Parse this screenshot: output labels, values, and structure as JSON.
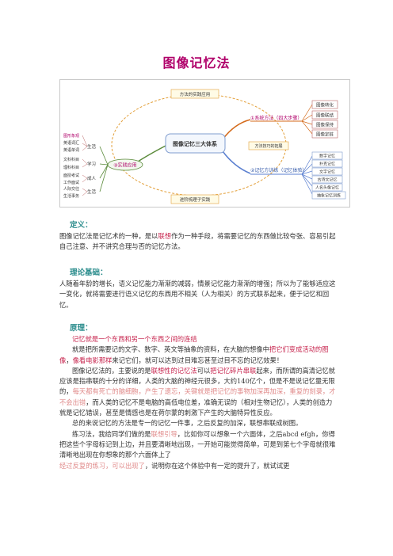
{
  "doc": {
    "title": "图像记忆法"
  },
  "mindmap": {
    "center": "图像记忆三大体系",
    "top_link": "方法的实践应用",
    "bottom_link": "进阶梳理子实践",
    "mid_link": "方法技巧的拓展",
    "branch1": {
      "label": "①系统方法（四大步骤）",
      "items": [
        "图像转化",
        "图像联结",
        "图像保持",
        "图像定桩"
      ]
    },
    "branch2": {
      "label": "②记忆方训练（记忆体验）",
      "items": [
        "数字记忆",
        "扑克记忆",
        "文字记忆",
        "古诗文记忆",
        "人名头像记忆",
        "抽象记忆训练"
      ]
    },
    "branch3": {
      "label": "③实践应用",
      "groups": [
        {
          "label": "生活",
          "items": [
            "图形象观",
            "英语词汇",
            "英语单词"
          ]
        },
        {
          "label": "学习",
          "items": [
            "文科科目",
            "理科科目"
          ]
        },
        {
          "label": "成人",
          "items": [
            "面授考试",
            "工作面试"
          ]
        },
        {
          "label": "生活",
          "items": [
            "人际交往",
            "生活事务"
          ]
        }
      ]
    },
    "colors": {
      "center_fill": "#f3f7fd",
      "branch1": "#d46a1a",
      "branch2": "#5a7fd0",
      "branch3": "#5a8a3a",
      "dashed": "#e3a03a"
    }
  },
  "sections": {
    "def_head": "定义：",
    "def_text_1": "图像记忆法是记忆术的一种，是以",
    "def_text_red": "联想",
    "def_text_2": "作为一种手段，将需要记忆的东西做比较夸张、容易引起自己注意、并不讲究合理与否的记忆方法。",
    "theory_head": "理论基础：",
    "theory_text": "人随着年龄的增长，语义记忆能力渐渐的减弱，情景记忆能力渐渐的增强；所以为了能够适应这一变化，就将需要进行语义记忆的东西用不相关（人为相关）的方式联系起来，便于记忆和回忆。",
    "principle_head": "原理：",
    "p_line1": "记忆就是一个东西和另一个东西之间的连结",
    "p_a_1": "就是把所需要记的文字、数字、英文等抽象的资料，在大脑的想像中",
    "p_a_red1": "把它们变成活动的图像",
    "p_a_2": "，",
    "p_a_red2": "像看电影那样",
    "p_a_3": "来记它们，就可以达到过目难忘甚至过目不忘的记忆效果！",
    "p_b_1": "图像记忆法的，主要说的是",
    "p_b_red1": "联想性的记忆法",
    "p_b_2": "可以",
    "p_b_red2": "把记忆碎片串联",
    "p_b_3": "起来，而所谓的高清记忆就应该是指串联的十分的详细，人类的大脑的神经元很多，大约140亿个，但是不是说记忆量无限的，",
    "p_b_light": "每天都有死亡的脑细胞，产生了遗忘，关键就是把记忆的事物加深再加深，重复的刻录，才不会出错",
    "p_b_4": "，而人类的记忆不是电脑的高低电位差，准确无误的（相对生物记忆），人类的创造力就是记忆错误，甚至是情感也是在荷尔蒙的刺激下产生的大脑特异性反应。",
    "p_c": "总的来说记忆的方法是专一的记忆一件事，之后反复的加深，联想串联成树图。",
    "p_d_1": "练习法，我给同学们做的是",
    "p_d_red": "联想引导",
    "p_d_2": "，比如你可以想象一个六面体，之后abcd efgh，你得把这些个字母标记到上边，并且要清晰地出现，一开始可能觉得简单，可是到第七个字母就很难清晰地出现在你想象的那个六面体上了",
    "p_e_light": "经过反复的练习，可以出现了",
    "p_e_2": "，说明你在这个体验中有一定的提升了，就试试更"
  }
}
